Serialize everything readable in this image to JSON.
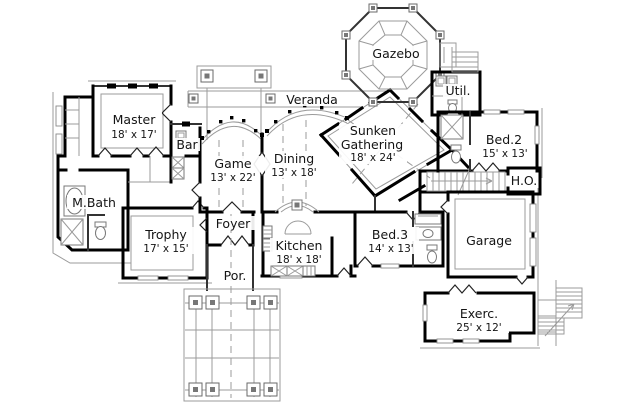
{
  "colors": {
    "wall": "#000000",
    "thin": "#9b9b9b",
    "text": "#141414",
    "bg": "#ffffff",
    "post": "#777777"
  },
  "rooms": {
    "master": {
      "name": "Master",
      "dims": "18' x 17'"
    },
    "bar": {
      "name": "Bar"
    },
    "game": {
      "name": "Game",
      "dims": "13' x 22'"
    },
    "veranda": {
      "name": "Veranda"
    },
    "dining": {
      "name": "Dining",
      "dims": "13' x 18'"
    },
    "gathering": {
      "line1": "Sunken",
      "line2": "Gathering",
      "dims": "18' x 24'"
    },
    "gazebo": {
      "name": "Gazebo"
    },
    "util": {
      "name": "Util."
    },
    "bed2": {
      "name": "Bed.2",
      "dims": "15' x 13'"
    },
    "home_office": {
      "name": "H.O."
    },
    "master_bath": {
      "name": "M.Bath"
    },
    "trophy": {
      "name": "Trophy",
      "dims": "17' x 15'"
    },
    "foyer": {
      "name": "Foyer"
    },
    "porch": {
      "name": "Por."
    },
    "kitchen": {
      "name": "Kitchen",
      "dims": "18' x 18'"
    },
    "bed3": {
      "name": "Bed.3",
      "dims": "14' x 13'"
    },
    "garage": {
      "name": "Garage"
    },
    "exercise": {
      "name": "Exerc.",
      "dims": "25' x 12'"
    }
  }
}
